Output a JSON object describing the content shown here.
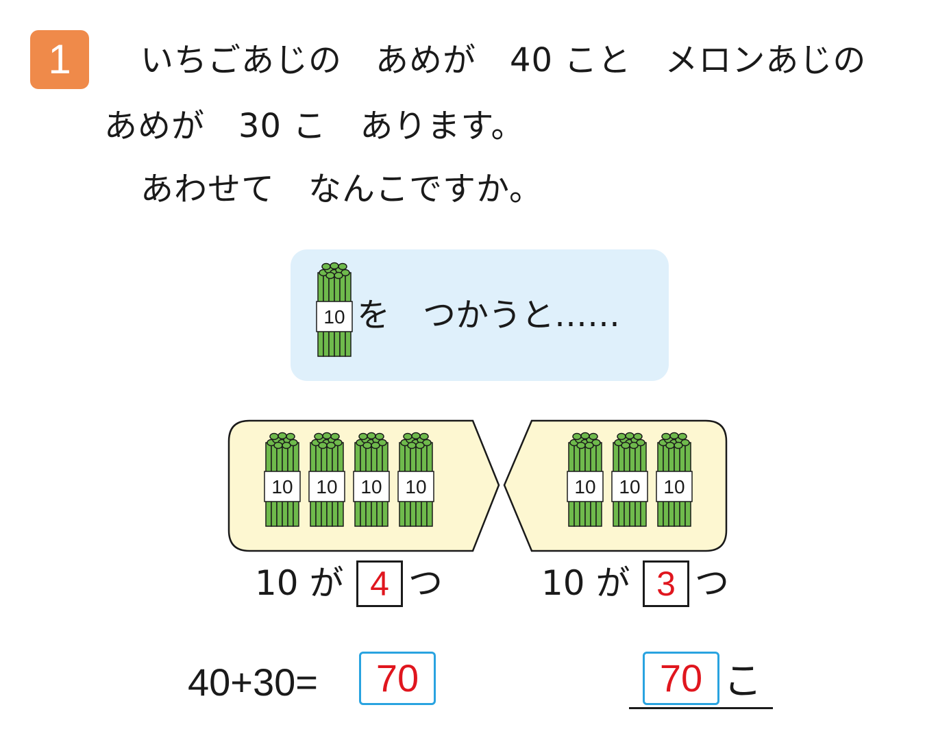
{
  "problem": {
    "number": "1",
    "line1": "いちごあじの　あめが　40 こと　メロンあじの",
    "line2": "あめが　30 こ　あります。",
    "line3": "あわせて　なんこですか。"
  },
  "hint": {
    "text": "を　つかうと……",
    "bundle_label": "10"
  },
  "groups": [
    {
      "bundle_count": 4,
      "bundle_label": "10",
      "prefix": "10 が",
      "answer": "4",
      "suffix": "つ"
    },
    {
      "bundle_count": 3,
      "bundle_label": "10",
      "prefix": "10 が",
      "answer": "3",
      "suffix": "つ"
    }
  ],
  "equation": {
    "expression": "40+30=",
    "answer": "70"
  },
  "final_answer": {
    "value": "70",
    "unit": "こ"
  },
  "colors": {
    "badge": "#ef8a4a",
    "hint_bg": "#dff0fb",
    "bubble_bg": "#fdf7d1",
    "bundle_green": "#6fba4c",
    "answer_red": "#e0161e",
    "box_blue": "#29a3e0"
  }
}
